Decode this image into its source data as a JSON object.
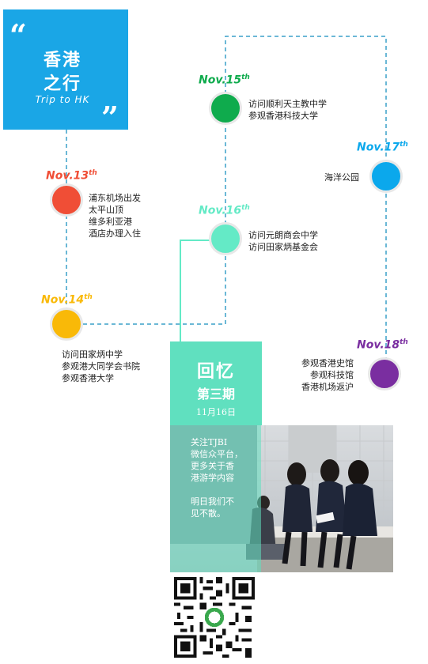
{
  "title": {
    "quote_open": "“",
    "line1": "香港",
    "line2": "之行",
    "subtitle": "Trip to HK",
    "quote_close": "”"
  },
  "colors": {
    "title_bg": "#1aa6e6",
    "line": "#3aa0c8",
    "nov13": "#f04e36",
    "nov14": "#f9b908",
    "nov15": "#0fab4d",
    "nov16": "#64eac6",
    "nov17": "#0ba8ec",
    "nov18": "#7a2ea0",
    "recall_bg": "#60e0bf"
  },
  "days": [
    {
      "date": "Nov.13",
      "sup": "th",
      "items": [
        "浦东机场出发",
        "太平山顶",
        "维多利亚港",
        "酒店办理入住"
      ]
    },
    {
      "date": "Nov.14",
      "sup": "th",
      "items": [
        "访问田家炳中学",
        "参观港大同学会书院",
        "参观香港大学"
      ]
    },
    {
      "date": "Nov.15",
      "sup": "th",
      "items": [
        "访问顺利天主教中学",
        "参观香港科技大学"
      ]
    },
    {
      "date": "Nov.16",
      "sup": "th",
      "items": [
        "访问元朗商会中学",
        "访问田家炳基金会"
      ]
    },
    {
      "date": "Nov.17",
      "sup": "th",
      "items": [
        "海洋公园"
      ]
    },
    {
      "date": "Nov.18",
      "sup": "th",
      "items": [
        "参观香港史馆",
        "参观科技馆",
        "香港机场返沪"
      ]
    }
  ],
  "recall": {
    "title": "回忆",
    "issue": "第三期",
    "date": "11月16日"
  },
  "photo_text": {
    "line1": "关注TJBI",
    "line2": "微信众平台，",
    "line3": "更多关于香",
    "line4": "港游学内容",
    "line5": "明日我们不",
    "line6": "见不散。"
  }
}
